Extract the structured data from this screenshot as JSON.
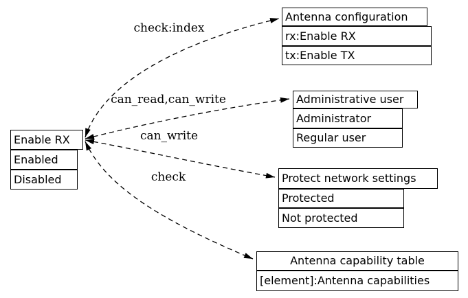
{
  "diagram": {
    "background": "#ffffff",
    "line_color": "#000000",
    "source_node": {
      "title": "Enable RX",
      "values": [
        "Enabled",
        "Disabled"
      ]
    },
    "edges": [
      {
        "label": "check:index",
        "target": "Antenna configuration"
      },
      {
        "label": "can_read,can_write",
        "target": "Administrative user"
      },
      {
        "label": "can_write",
        "target": "Protect network settings"
      },
      {
        "label": "check",
        "target": "Antenna capability table"
      }
    ],
    "target_nodes": [
      {
        "title": "Antenna configuration",
        "values": [
          "rx:Enable RX",
          "tx:Enable TX"
        ]
      },
      {
        "title": "Administrative user",
        "values": [
          "Administrator",
          "Regular user"
        ]
      },
      {
        "title": "Protect network settings",
        "values": [
          "Protected",
          "Not protected"
        ]
      },
      {
        "title": "Antenna capability table",
        "values": [
          "[element]:Antenna capabilities"
        ]
      }
    ]
  }
}
